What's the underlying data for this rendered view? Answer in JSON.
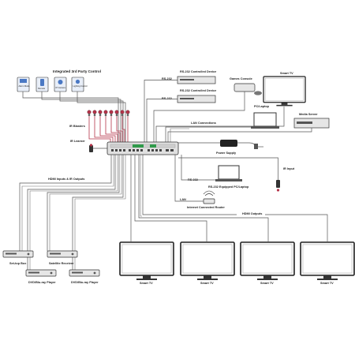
{
  "labels": {
    "integrated_control": "Integrated 3rd Party Control",
    "rs232_controlled_1": "RS-232 Controlled Device",
    "rs232_controlled_2": "RS-232 Controlled Device",
    "rs232_a": "RS-232",
    "rs232_b": "RS-232",
    "rs232_c": "RS-232",
    "games_console": "Games Console",
    "smart_tv_top": "Smart TV",
    "pc_laptop": "PC/Laptop",
    "media_server": "Media Server",
    "lan_connections": "LAN Connections",
    "ir_blasters": "IR Blasters",
    "ir_learner": "IR Learner",
    "power_supply": "Power Supply",
    "rs232_equipped_pc": "RS-232 Equipped PC/Laptop",
    "ir_input": "IR Input",
    "hdmi_inputs_ir_outputs": "HDMI Inputs & IR Outputs",
    "lan": "LAN",
    "internet_router": "Internet Connected Router",
    "hdmi_outputs": "HDMI Outputs",
    "set_top_box": "Set-top Box",
    "satellite_receiver": "Satellite Receiver",
    "dvd_bluray_1": "DVD/Blu-ray Player",
    "dvd_bluray_2": "DVD/Blu-ray Player",
    "smart_tv_1": "Smart TV",
    "smart_tv_2": "Smart TV",
    "smart_tv_3": "Smart TV",
    "smart_tv_4": "Smart TV"
  },
  "control_devices": [
    {
      "label": "Alarm Mode",
      "icon": "alarm-panel-icon"
    },
    {
      "label": "Remote",
      "icon": "remote-icon"
    },
    {
      "label": "IP Camera",
      "icon": "ip-camera-icon"
    },
    {
      "label": "Lighting Control",
      "icon": "lighting-icon"
    }
  ],
  "colors": {
    "wire": "#555555",
    "ir_blaster": "#b5344a",
    "matrix_body": "#e0e0e0",
    "port_green": "#2f9a4a"
  }
}
